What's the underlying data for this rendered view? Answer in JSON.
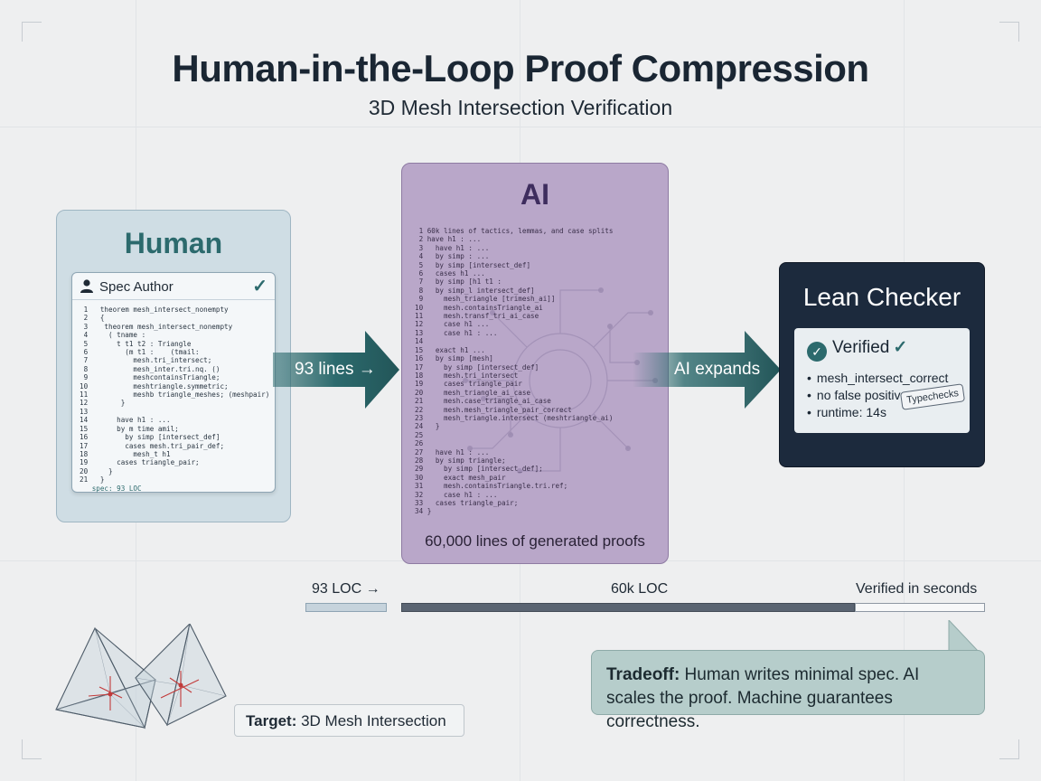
{
  "header": {
    "title": "Human-in-the-Loop Proof Compression",
    "subtitle": "3D Mesh Intersection Verification"
  },
  "human": {
    "title": "Human",
    "card_label": "Spec Author",
    "code_lines": [
      "  theorem mesh_intersect_nonempty",
      "  {",
      "   theorem mesh_intersect_nonempty",
      "    ( tname :",
      "      t t1 t2 : Triangle",
      "        (m t1 :    (tmail:",
      "          mesh.tri_intersect;",
      "          mesh_inter.tri.nq. ()",
      "          meshcontainsTriangle;",
      "          meshtriangle.symmetric;",
      "          meshb triangle_meshes; (meshpair)",
      "       }",
      "",
      "      have h1 : ...",
      "      by m time amil;",
      "        by simp [intersect_def]",
      "        cases mesh.tri_pair_def;",
      "          mesh_t h1",
      "      cases triangle_pair;",
      "    }",
      "  }"
    ],
    "footer": "spec: 93 LOC"
  },
  "arrow_left_label": "93 lines →",
  "ai": {
    "title": "AI",
    "code_lines": [
      "60k lines of tactics, lemmas, and case splits",
      "have h1 : ...",
      "  have h1 : ...",
      "  by simp : ...",
      "  by simp [intersect_def]",
      "  cases h1 ...",
      "  by simp [h1 t1 :",
      "  by simp_l intersect_def]",
      "    mesh_triangle [trimesh_ai]]",
      "    mesh.containsTriangle_ai",
      "    mesh.transf_tri_ai_case",
      "    case h1 ...",
      "    case h1 : ...",
      "",
      "  exact h1 ...",
      "  by simp [mesh]",
      "    by simp [intersect_def]",
      "    mesh.tri_intersect",
      "    cases triangle_pair",
      "    mesh_triangle_ai_case",
      "    mesh.case_triangle_ai_case",
      "    mesh.mesh_triangle_pair_correct",
      "    mesh_triangle.intersect (meshtriangle_ai)",
      "  }",
      "",
      "",
      "  have h1 : ...",
      "  by simp triangle;",
      "    by simp [intersect_def];",
      "    exact mesh_pair",
      "    mesh.containsTriangle.tri.ref;",
      "    case h1 : ...",
      "  cases triangle_pair;",
      "}"
    ],
    "footer": "60,000 lines of generated proofs"
  },
  "arrow_right_label": "AI expands",
  "lean": {
    "title": "Lean Checker",
    "status": "Verified",
    "items": [
      "mesh_intersect_correct",
      "no false positives",
      "runtime: 14s"
    ],
    "stamp": "Typechecks"
  },
  "timeline": {
    "left_label": "93 LOC →",
    "middle_label": "60k LOC",
    "right_label": "Verified in seconds"
  },
  "tradeoff": {
    "label": "Tradeoff:",
    "text": " Human writes minimal spec. AI scales the proof. Machine guarantees correctness."
  },
  "target": {
    "label": "Target:",
    "text": " 3D Mesh Intersection"
  },
  "colors": {
    "teal": "#2c6a6d",
    "human_bg": "#cfdde4",
    "ai_bg": "#b9a7c9",
    "lean_bg": "#1c2a3d",
    "tradeoff_bg": "#b6cdcb"
  }
}
